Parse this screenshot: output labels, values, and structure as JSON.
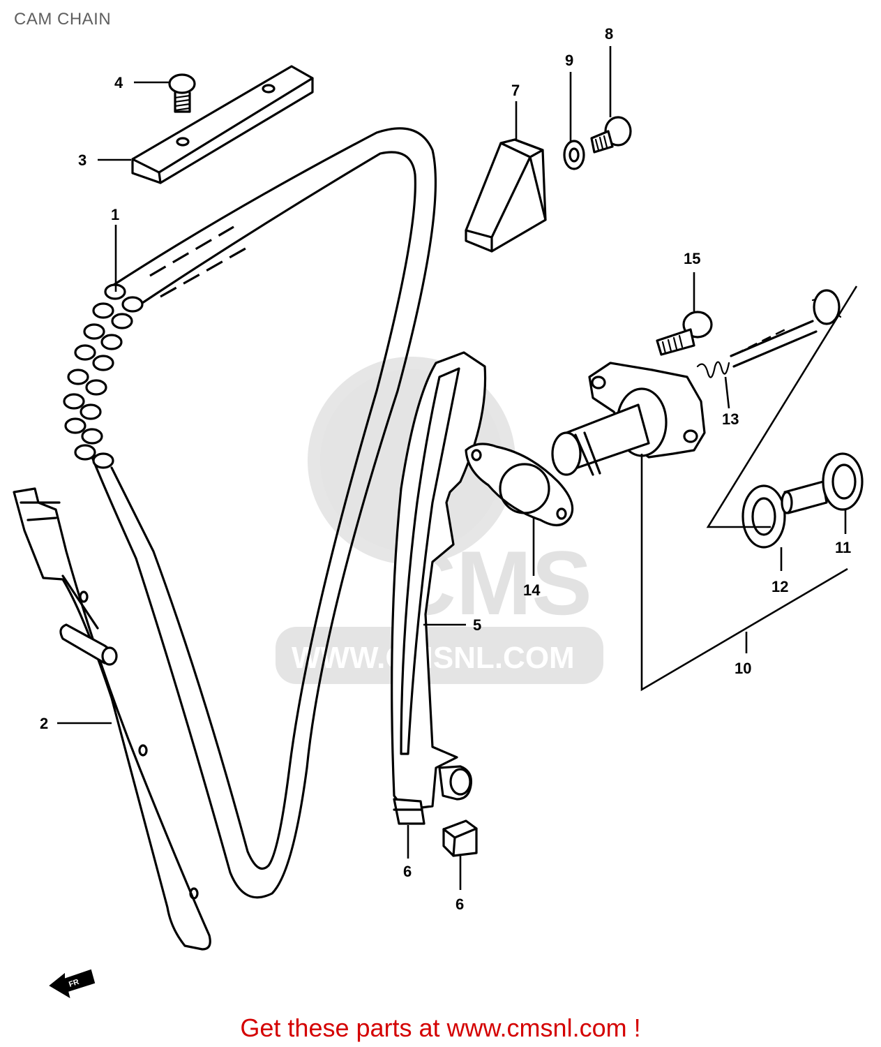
{
  "page": {
    "title": "CAM CHAIN",
    "footer_link": "Get these parts at www.cmsnl.com !"
  },
  "watermark": {
    "brand": "CMS",
    "url": "WWW.CMSNL.COM"
  },
  "callouts": {
    "c1": "1",
    "c2": "2",
    "c3": "3",
    "c4": "4",
    "c5": "5",
    "c6a": "6",
    "c6b": "6",
    "c7": "7",
    "c8": "8",
    "c9": "9",
    "c10": "10",
    "c11": "11",
    "c12": "12",
    "c13": "13",
    "c14": "14",
    "c15": "15"
  },
  "front_arrow_label": "FR"
}
